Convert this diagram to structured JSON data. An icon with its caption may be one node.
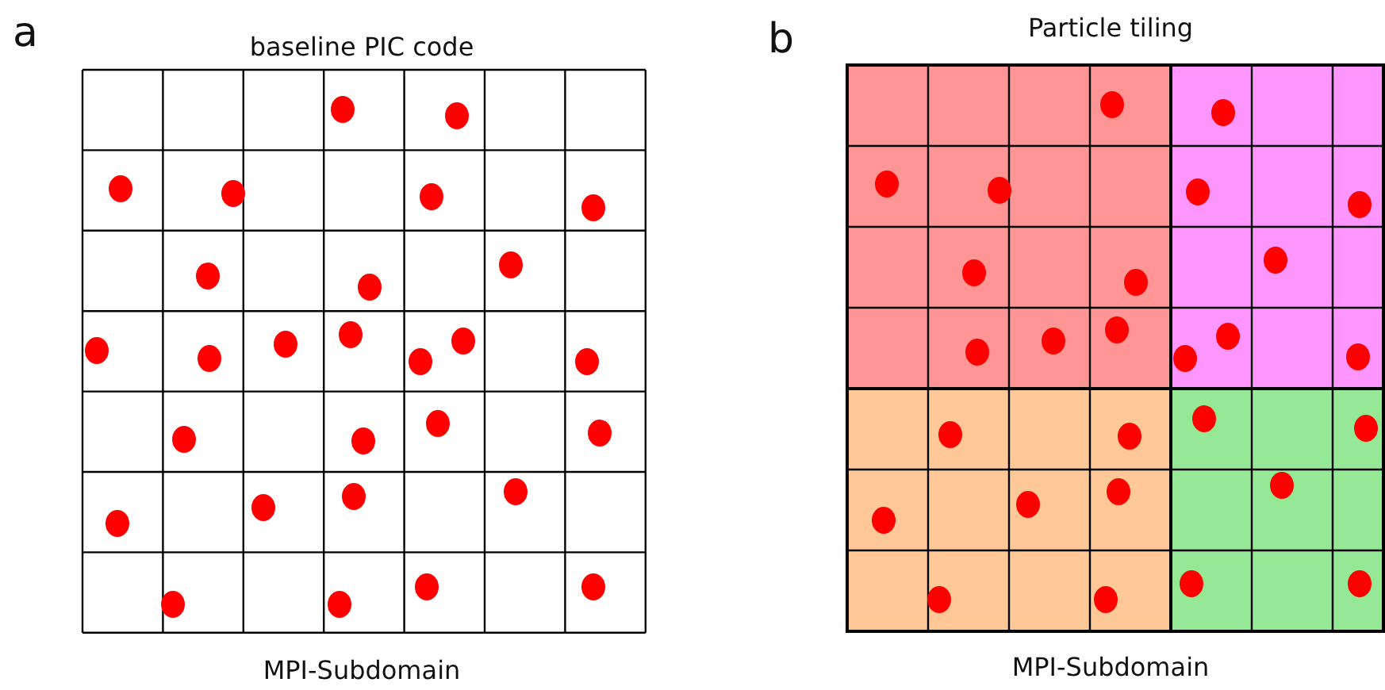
{
  "diagram": {
    "labels": [
      "a",
      "baseline PIC code",
      "MPI-Subdomain",
      "b",
      "Particle tiling",
      "MPI-Subdomain"
    ]
  }
}
